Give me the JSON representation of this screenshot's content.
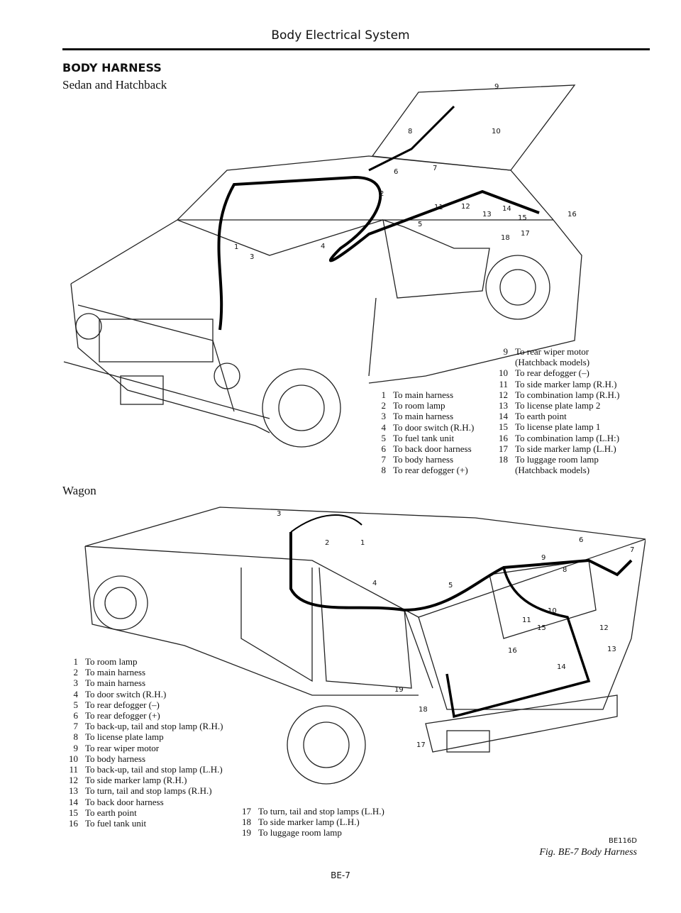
{
  "header": {
    "title": "Body Electrical System"
  },
  "section": {
    "title": "BODY HARNESS",
    "subtitle_sedan": "Sedan and Hatchback",
    "subtitle_wagon": "Wagon"
  },
  "sedan_legend_a": [
    {
      "n": "1",
      "t": "To main harness"
    },
    {
      "n": "2",
      "t": "To room lamp"
    },
    {
      "n": "3",
      "t": "To main harness"
    },
    {
      "n": "4",
      "t": "To door switch (R.H.)"
    },
    {
      "n": "5",
      "t": "To fuel tank unit"
    },
    {
      "n": "6",
      "t": "To back door harness"
    },
    {
      "n": "7",
      "t": "To body harness"
    },
    {
      "n": "8",
      "t": "To rear defogger (+)"
    }
  ],
  "sedan_legend_b": [
    {
      "n": "9",
      "t": "To rear wiper motor",
      "c": "(Hatchback models)"
    },
    {
      "n": "10",
      "t": "To rear defogger (–)"
    },
    {
      "n": "11",
      "t": "To side marker lamp (R.H.)"
    },
    {
      "n": "12",
      "t": "To combination lamp (R.H.)"
    },
    {
      "n": "13",
      "t": "To license plate lamp 2"
    },
    {
      "n": "14",
      "t": "To earth point"
    },
    {
      "n": "15",
      "t": "To license plate lamp 1"
    },
    {
      "n": "16",
      "t": "To combination lamp (L.H:)"
    },
    {
      "n": "17",
      "t": "To side marker lamp (L.H.)"
    },
    {
      "n": "18",
      "t": "To luggage room lamp",
      "c": "(Hatchback models)"
    }
  ],
  "wagon_legend_a": [
    {
      "n": "1",
      "t": "To room lamp"
    },
    {
      "n": "2",
      "t": "To main harness"
    },
    {
      "n": "3",
      "t": "To main harness"
    },
    {
      "n": "4",
      "t": "To door switch (R.H.)"
    },
    {
      "n": "5",
      "t": "To rear defogger (–)"
    },
    {
      "n": "6",
      "t": "To rear defogger (+)"
    },
    {
      "n": "7",
      "t": "To back-up, tail and stop lamp (R.H.)"
    },
    {
      "n": "8",
      "t": "To license plate lamp"
    },
    {
      "n": "9",
      "t": "To rear wiper motor"
    },
    {
      "n": "10",
      "t": "To body harness"
    },
    {
      "n": "11",
      "t": "To back-up, tail and stop lamp (L.H.)"
    },
    {
      "n": "12",
      "t": "To side marker lamp (R.H.)"
    },
    {
      "n": "13",
      "t": "To turn, tail and stop lamps (R.H.)"
    },
    {
      "n": "14",
      "t": "To back door harness"
    },
    {
      "n": "15",
      "t": "To earth point"
    },
    {
      "n": "16",
      "t": "To fuel tank unit"
    }
  ],
  "wagon_legend_b": [
    {
      "n": "17",
      "t": "To turn, tail and stop lamps (L.H.)"
    },
    {
      "n": "18",
      "t": "To side marker lamp (L.H.)"
    },
    {
      "n": "19",
      "t": "To luggage room lamp"
    }
  ],
  "figure": {
    "code": "BE116D",
    "caption": "Fig. BE-7 Body Harness"
  },
  "footer": {
    "page": "BE-7"
  },
  "callouts_sedan": [
    "1",
    "2",
    "3",
    "4",
    "5",
    "6",
    "7",
    "8",
    "9",
    "10",
    "11",
    "12",
    "13",
    "14",
    "15",
    "16",
    "17",
    "18"
  ],
  "callouts_wagon": [
    "1",
    "2",
    "3",
    "4",
    "5",
    "6",
    "7",
    "8",
    "9",
    "10",
    "11",
    "12",
    "13",
    "14",
    "15",
    "16",
    "17",
    "18",
    "19"
  ]
}
